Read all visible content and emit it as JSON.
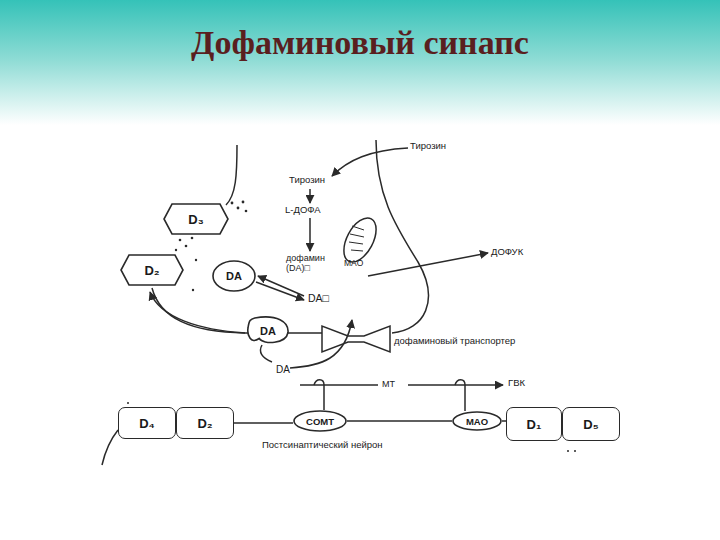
{
  "diagram": {
    "title": "Дофаминовый синапс",
    "nodes": [
      {
        "text": [
          "D₃"
        ]
      },
      {
        "text": [
          "D₂"
        ]
      },
      {
        "text": [
          "DA"
        ]
      },
      {
        "text": [
          "DA"
        ]
      },
      {
        "text": [
          "D₄"
        ]
      },
      {
        "text": [
          "D₂"
        ]
      },
      {
        "text": [
          "COMT"
        ]
      },
      {
        "text": [
          "MAO"
        ]
      },
      {
        "text": [
          "D₁"
        ]
      },
      {
        "text": [
          "D₅"
        ]
      }
    ],
    "labels": [
      "Тирозин",
      "Тирозин",
      "L-ДОФА",
      "дофамин (DA)□",
      "MAO",
      "ДОФУК",
      "DA□",
      "дофаминовый транспортер",
      "DA",
      "МТ",
      "ГВК",
      "Постсинаптический нейрон"
    ]
  }
}
